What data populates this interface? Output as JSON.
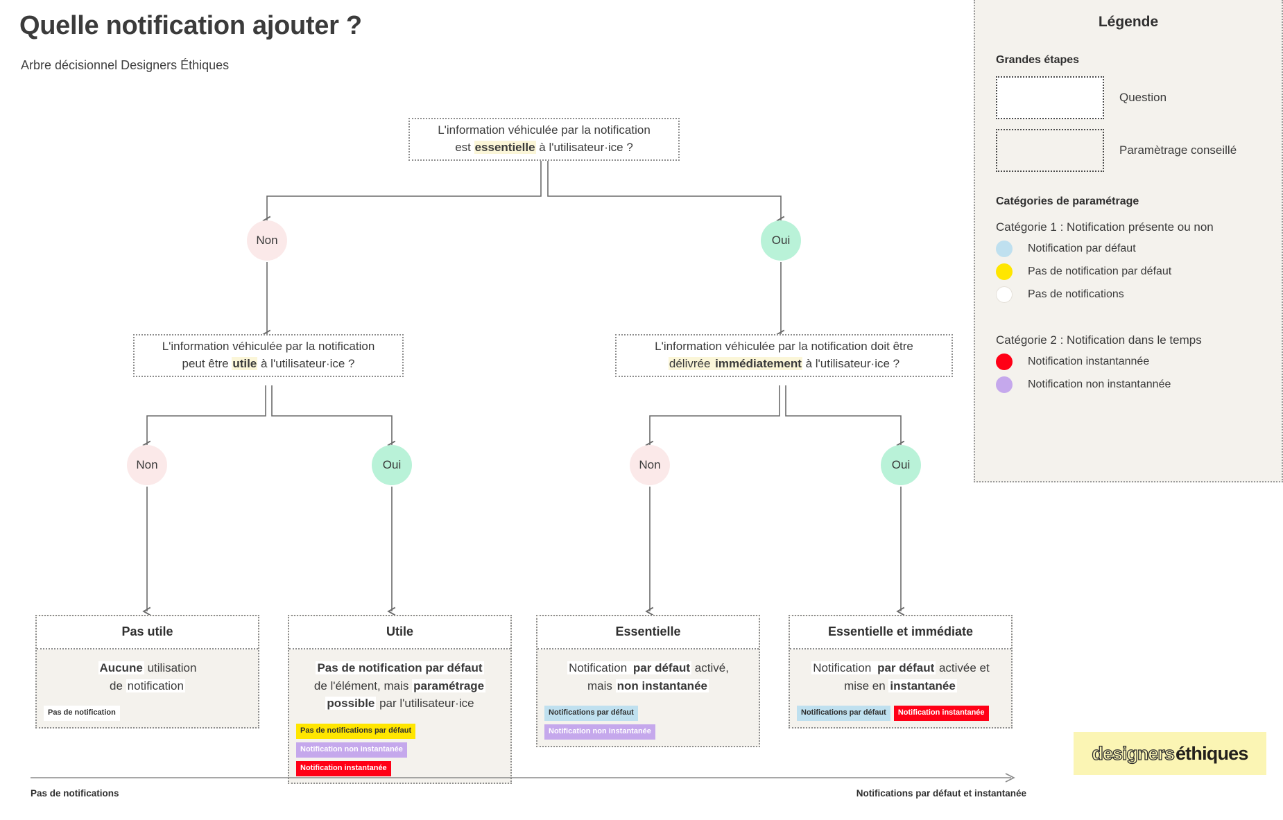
{
  "header": {
    "title": "Quelle notification ajouter ?",
    "subtitle": "Arbre décisionnel Designers Éthiques"
  },
  "legend": {
    "title": "Légende",
    "sections": [
      {
        "head": "Grandes étapes",
        "boxes": [
          {
            "label": "Question",
            "fill": "#ffffff"
          },
          {
            "label": "Paramètrage conseillé",
            "fill": "#f4f2ed"
          }
        ]
      },
      {
        "head": "Catégories de paramétrage",
        "categories": [
          {
            "label": "Catégorie 1 : Notification présente ou non",
            "items": [
              {
                "label": "Notification par défaut",
                "color": "#bfe0ef"
              },
              {
                "label": "Pas de notification par défaut",
                "color": "#ffe600"
              },
              {
                "label": "Pas de notifications",
                "color": "#ffffff"
              }
            ]
          },
          {
            "label": "Catégorie 2 : Notification dans le temps",
            "items": [
              {
                "label": "Notification instantannée",
                "color": "#ff0016"
              },
              {
                "label": "Notification non instantannée",
                "color": "#c5a8ec"
              }
            ]
          }
        ]
      }
    ]
  },
  "tree": {
    "root_question": {
      "line1": "L'information véhiculée par la notification",
      "line2_pre": "est ",
      "line2_hl": "essentielle",
      "line2_post": " à l'utilisateur·ice ?"
    },
    "branch_labels": {
      "non": "Non",
      "oui": "Oui"
    },
    "q_left": {
      "line1": "L'information véhiculée par la notification",
      "line2_pre": "peut être ",
      "line2_hl": "utile",
      "line2_post": " à l'utilisateur·ice ?"
    },
    "q_right": {
      "line1": "L'information véhiculée par la notification doit être",
      "line2_pre": "délivrée ",
      "line2_hl": "immédiatement",
      "line2_post": " à l'utilisateur·ice ?"
    },
    "outcomes": [
      {
        "title": "Pas utile",
        "body_parts": [
          {
            "text": "Aucune",
            "style": "whb"
          },
          {
            "text": " utilisation",
            "style": "plain"
          },
          {
            "text": "\n",
            "style": "br"
          },
          {
            "text": "de ",
            "style": "plain"
          },
          {
            "text": "notification",
            "style": "wh"
          }
        ],
        "tags": [
          {
            "label": "Pas de notification",
            "color": "white"
          }
        ]
      },
      {
        "title": "Utile",
        "body_parts": [
          {
            "text": "Pas de notification par défaut",
            "style": "whb"
          },
          {
            "text": "\n",
            "style": "br"
          },
          {
            "text": "de l'élément, mais ",
            "style": "plain"
          },
          {
            "text": "paramétrage",
            "style": "whb"
          },
          {
            "text": "\n",
            "style": "br"
          },
          {
            "text": "possible",
            "style": "whb"
          },
          {
            "text": " par l'utilisateur·ice",
            "style": "plain"
          }
        ],
        "tags": [
          {
            "label": "Pas de notifications par défaut",
            "color": "yellow"
          },
          {
            "label": "Notification non instantanée",
            "color": "purple"
          },
          {
            "label": "Notification instantanée",
            "color": "red"
          }
        ]
      },
      {
        "title": "Essentielle",
        "body_parts": [
          {
            "text": "Notification ",
            "style": "wh"
          },
          {
            "text": "par défaut",
            "style": "whb"
          },
          {
            "text": " activé,",
            "style": "plain"
          },
          {
            "text": "\n",
            "style": "br"
          },
          {
            "text": "mais ",
            "style": "plain"
          },
          {
            "text": "non instantanée",
            "style": "whb"
          }
        ],
        "tags": [
          {
            "label": "Notifications par défaut",
            "color": "blue"
          },
          {
            "label": "Notification non instantanée",
            "color": "purple"
          }
        ]
      },
      {
        "title": "Essentielle et immédiate",
        "body_parts": [
          {
            "text": "Notification ",
            "style": "wh"
          },
          {
            "text": "par défaut",
            "style": "whb"
          },
          {
            "text": " activée et",
            "style": "plain"
          },
          {
            "text": "\n",
            "style": "br"
          },
          {
            "text": "mise en ",
            "style": "plain"
          },
          {
            "text": "instantanée",
            "style": "whb"
          }
        ],
        "tags": [
          {
            "label": "Notifications par défaut",
            "color": "blue"
          },
          {
            "label": "Notification instantanée",
            "color": "red"
          }
        ]
      }
    ]
  },
  "axis": {
    "left_label": "Pas de notifications",
    "right_label": "Notifications par défaut et instantanée"
  },
  "logo": {
    "part1": "designers",
    "part2": "éthiques"
  }
}
